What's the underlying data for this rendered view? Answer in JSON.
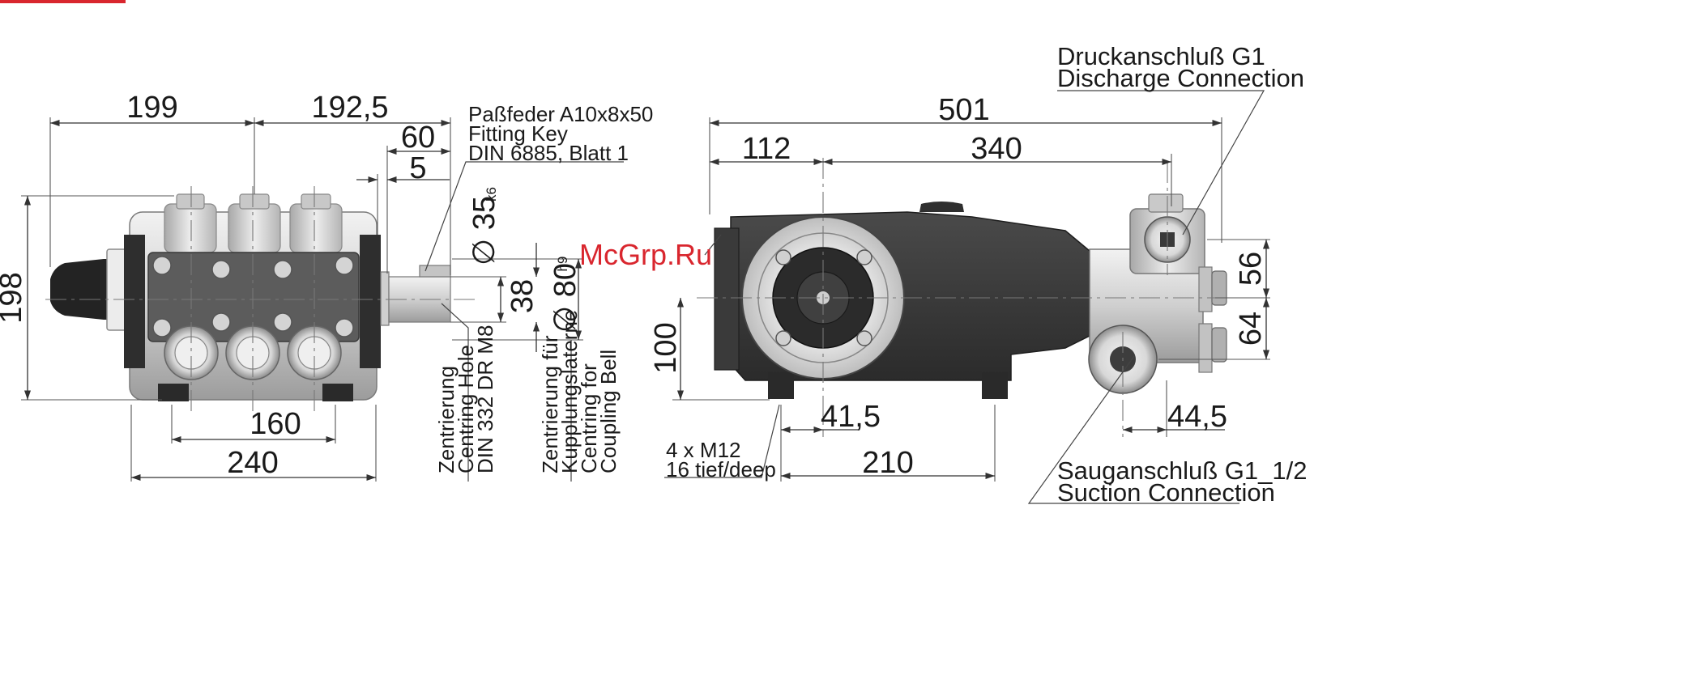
{
  "watermark": "McGrp.Ru",
  "accent_color": "#d9262e",
  "body_color": "#3d3d3d",
  "metal_color": "#d2d2d2",
  "front_view": {
    "dims": {
      "w199": "199",
      "w192": "192,5",
      "w60": "60",
      "w5": "5",
      "h198": "198",
      "w160": "160",
      "w240": "240",
      "h38": "38",
      "d35": "∅ 35",
      "d35_tol": "k6",
      "d80": "∅ 80",
      "d80_tol": "h9"
    },
    "key_note": [
      "Paßfeder A10x8x50",
      "Fitting Key",
      "DIN 6885, Blatt 1"
    ],
    "centring_note": [
      "Zentrierung",
      "Centring Hole",
      "DIN 332 DR M8"
    ],
    "coupling_note": [
      "Zentrierung für",
      "Kupplungslaterne",
      "Centring for",
      "Coupling Bell"
    ]
  },
  "side_view": {
    "dims": {
      "w501": "501",
      "w112": "112",
      "w340": "340",
      "h56": "56",
      "h64": "64",
      "h100": "100",
      "w41": "41,5",
      "w44": "44,5",
      "w210": "210"
    },
    "discharge_note": [
      "Druckanschluß G1",
      "Discharge Connection"
    ],
    "suction_note": [
      "Sauganschluß G1_1/2",
      "Suction Connection"
    ],
    "mount_note": [
      "4 x M12",
      "16 tief/deep"
    ]
  }
}
